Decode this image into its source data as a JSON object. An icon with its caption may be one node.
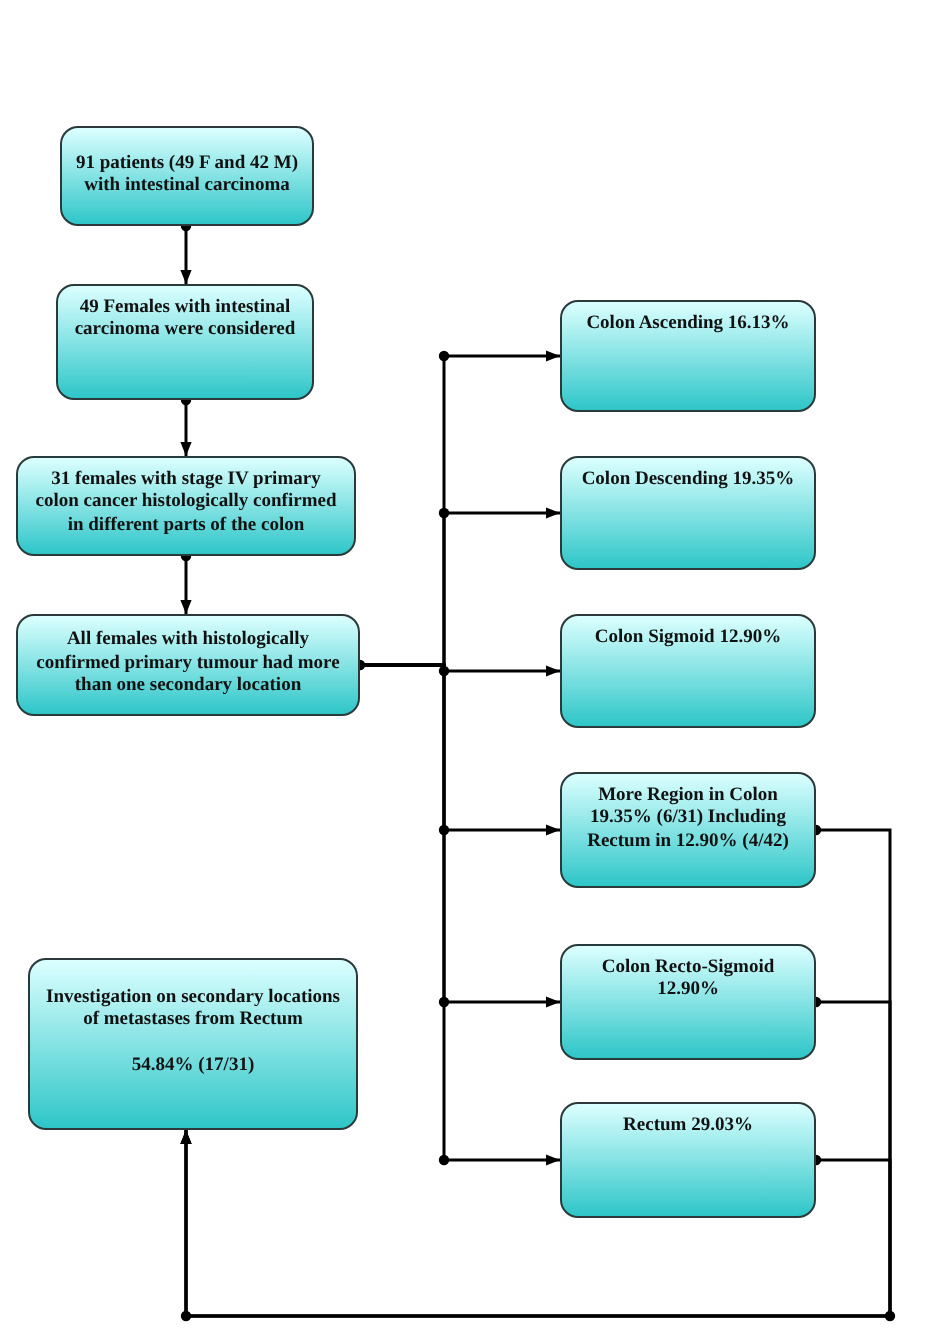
{
  "diagram": {
    "nodes": [
      {
        "text": [
          "91 patients (49 F and 42 M) with intestinal carcinoma"
        ]
      },
      {
        "text": [
          "49 Females with intestinal carcinoma were considered"
        ]
      },
      {
        "text": [
          "31 females with stage IV primary colon cancer histologically confirmed in different parts of the colon"
        ]
      },
      {
        "text": [
          "All females with histologically confirmed primary tumour had more than one secondary location"
        ]
      },
      {
        "text": [
          "Colon Ascending 16.13%"
        ]
      },
      {
        "text": [
          "Colon Descending 19.35%"
        ]
      },
      {
        "text": [
          "Colon Sigmoid 12.90%"
        ]
      },
      {
        "text": [
          "More Region in Colon 19.35% (6/31) Including Rectum in 12.90% (4/42)"
        ]
      },
      {
        "text": [
          "Colon Recto-Sigmoid 12.90%"
        ]
      },
      {
        "text": [
          "Rectum 29.03%"
        ]
      },
      {
        "text": [
          "Investigation on secondary locations of metastases from Rectum",
          "54.84% (17/31)"
        ]
      }
    ],
    "edges": [
      {
        "from": 0,
        "to": 1,
        "arrow": "to"
      },
      {
        "from": 1,
        "to": 2,
        "arrow": "to"
      },
      {
        "from": 2,
        "to": 3,
        "arrow": "to"
      },
      {
        "from": 3,
        "to": 4,
        "arrow": "to"
      },
      {
        "from": 3,
        "to": 5,
        "arrow": "to"
      },
      {
        "from": 3,
        "to": 6,
        "arrow": "to"
      },
      {
        "from": 3,
        "to": 7,
        "arrow": "to"
      },
      {
        "from": 3,
        "to": 8,
        "arrow": "to"
      },
      {
        "from": 3,
        "to": 9,
        "arrow": "to"
      },
      {
        "from": 7,
        "to": 10,
        "arrow": "to"
      },
      {
        "from": 8,
        "to": 10,
        "arrow": "to"
      },
      {
        "from": 9,
        "to": 10,
        "arrow": "to"
      }
    ]
  }
}
